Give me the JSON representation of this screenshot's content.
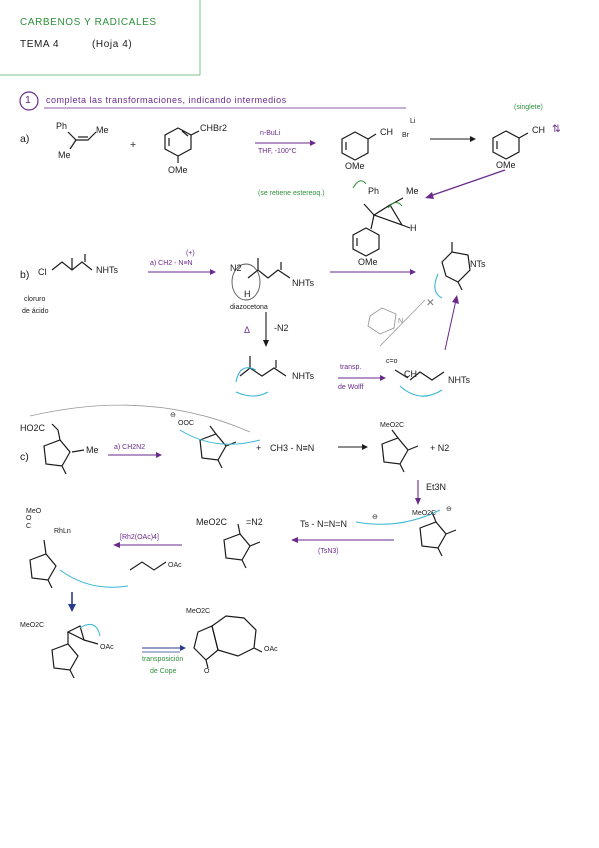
{
  "header": {
    "title": "CARBENOS Y RADICALES",
    "topic": "TEMA 4",
    "sheet": "(Hoja 4)"
  },
  "exercise": {
    "number": "1",
    "statement": "completa las transformaciones, indicando intermedios"
  },
  "part_a": {
    "label": "a)",
    "alkene_ph": "Ph",
    "alkene_me1": "Me",
    "alkene_me2": "Me",
    "plus": "+",
    "reagent_group": "CHBr2",
    "reagent_ome": "OMe",
    "cond_top": "n-BuLi",
    "cond_bottom": "THF, -100°C",
    "int_ch": "CH",
    "int_li": "Li",
    "int_br": "Br",
    "int_ome": "OMe",
    "carbene_note": "(singlete)",
    "carbene_ch": "CH",
    "carbene_spin": "⇅",
    "carbene_ome": "OMe",
    "product_note": "(se retiene estereoq.)",
    "product_ph": "Ph",
    "product_me": "Me",
    "product_h": "H",
    "product_ome": "OMe"
  },
  "part_b": {
    "label": "b)",
    "cl": "Cl",
    "nhts": "NHTs",
    "caption_1": "cloruro",
    "caption_2": "de ácido",
    "cond": "a) CH2 - N≡N",
    "cond_charge": "(+)",
    "diazo_n2": "N2",
    "diazo_h": "H",
    "diazo_nhts": "NHTs",
    "diazo_caption": "diazocetona",
    "delta": "Δ",
    "minus_n2": "-N2",
    "product_n": "NTs",
    "carbene_nhts": "NHTs",
    "wolff_1": "transp.",
    "wolff_2": "de Wolff",
    "ketene_ch": "CH",
    "ketene_nhts": "NHTs",
    "ketene_label": "c=o",
    "cross": "✕",
    "small_ring_n": "N"
  },
  "part_c": {
    "acid": "HO2C",
    "label": "c)",
    "me": "Me",
    "cond": "a) CH2N2",
    "carboxylate": "OOC",
    "carb_charge": "⊖",
    "diazomethane": "CH3 - N≡N",
    "plus": "+",
    "ester_meo2c": "MeO2C",
    "plus_n2": "+ N2",
    "base": "Et3N",
    "enolate_meo2c": "MeO2C",
    "enolate_charge": "⊖",
    "azide": "Ts - N=N=N",
    "azide_charge": "⊖",
    "tsn3": "(TsN3)",
    "diazo_meo2c": "MeO2C",
    "diazo_n2": "=N2",
    "catalyst": "[Rh2(OAc)4]",
    "rh_label": "RhLn",
    "rh_meo2c": "MeO\nO\nC",
    "allyl_oac": "OAc",
    "cyclo_meo2c": "MeO2C",
    "cyclo_oac": "OAc",
    "cope_1": "transposición",
    "cope_2": "de Cope",
    "final_meo2c": "MeO2C",
    "final_oac": "OAc",
    "oxo": "O"
  },
  "colors": {
    "ink": "#1b1b1b",
    "green": "#2f8f3c",
    "purple": "#6a2a8c",
    "cyan": "#3bb6d6",
    "border": "#7cc48b"
  }
}
